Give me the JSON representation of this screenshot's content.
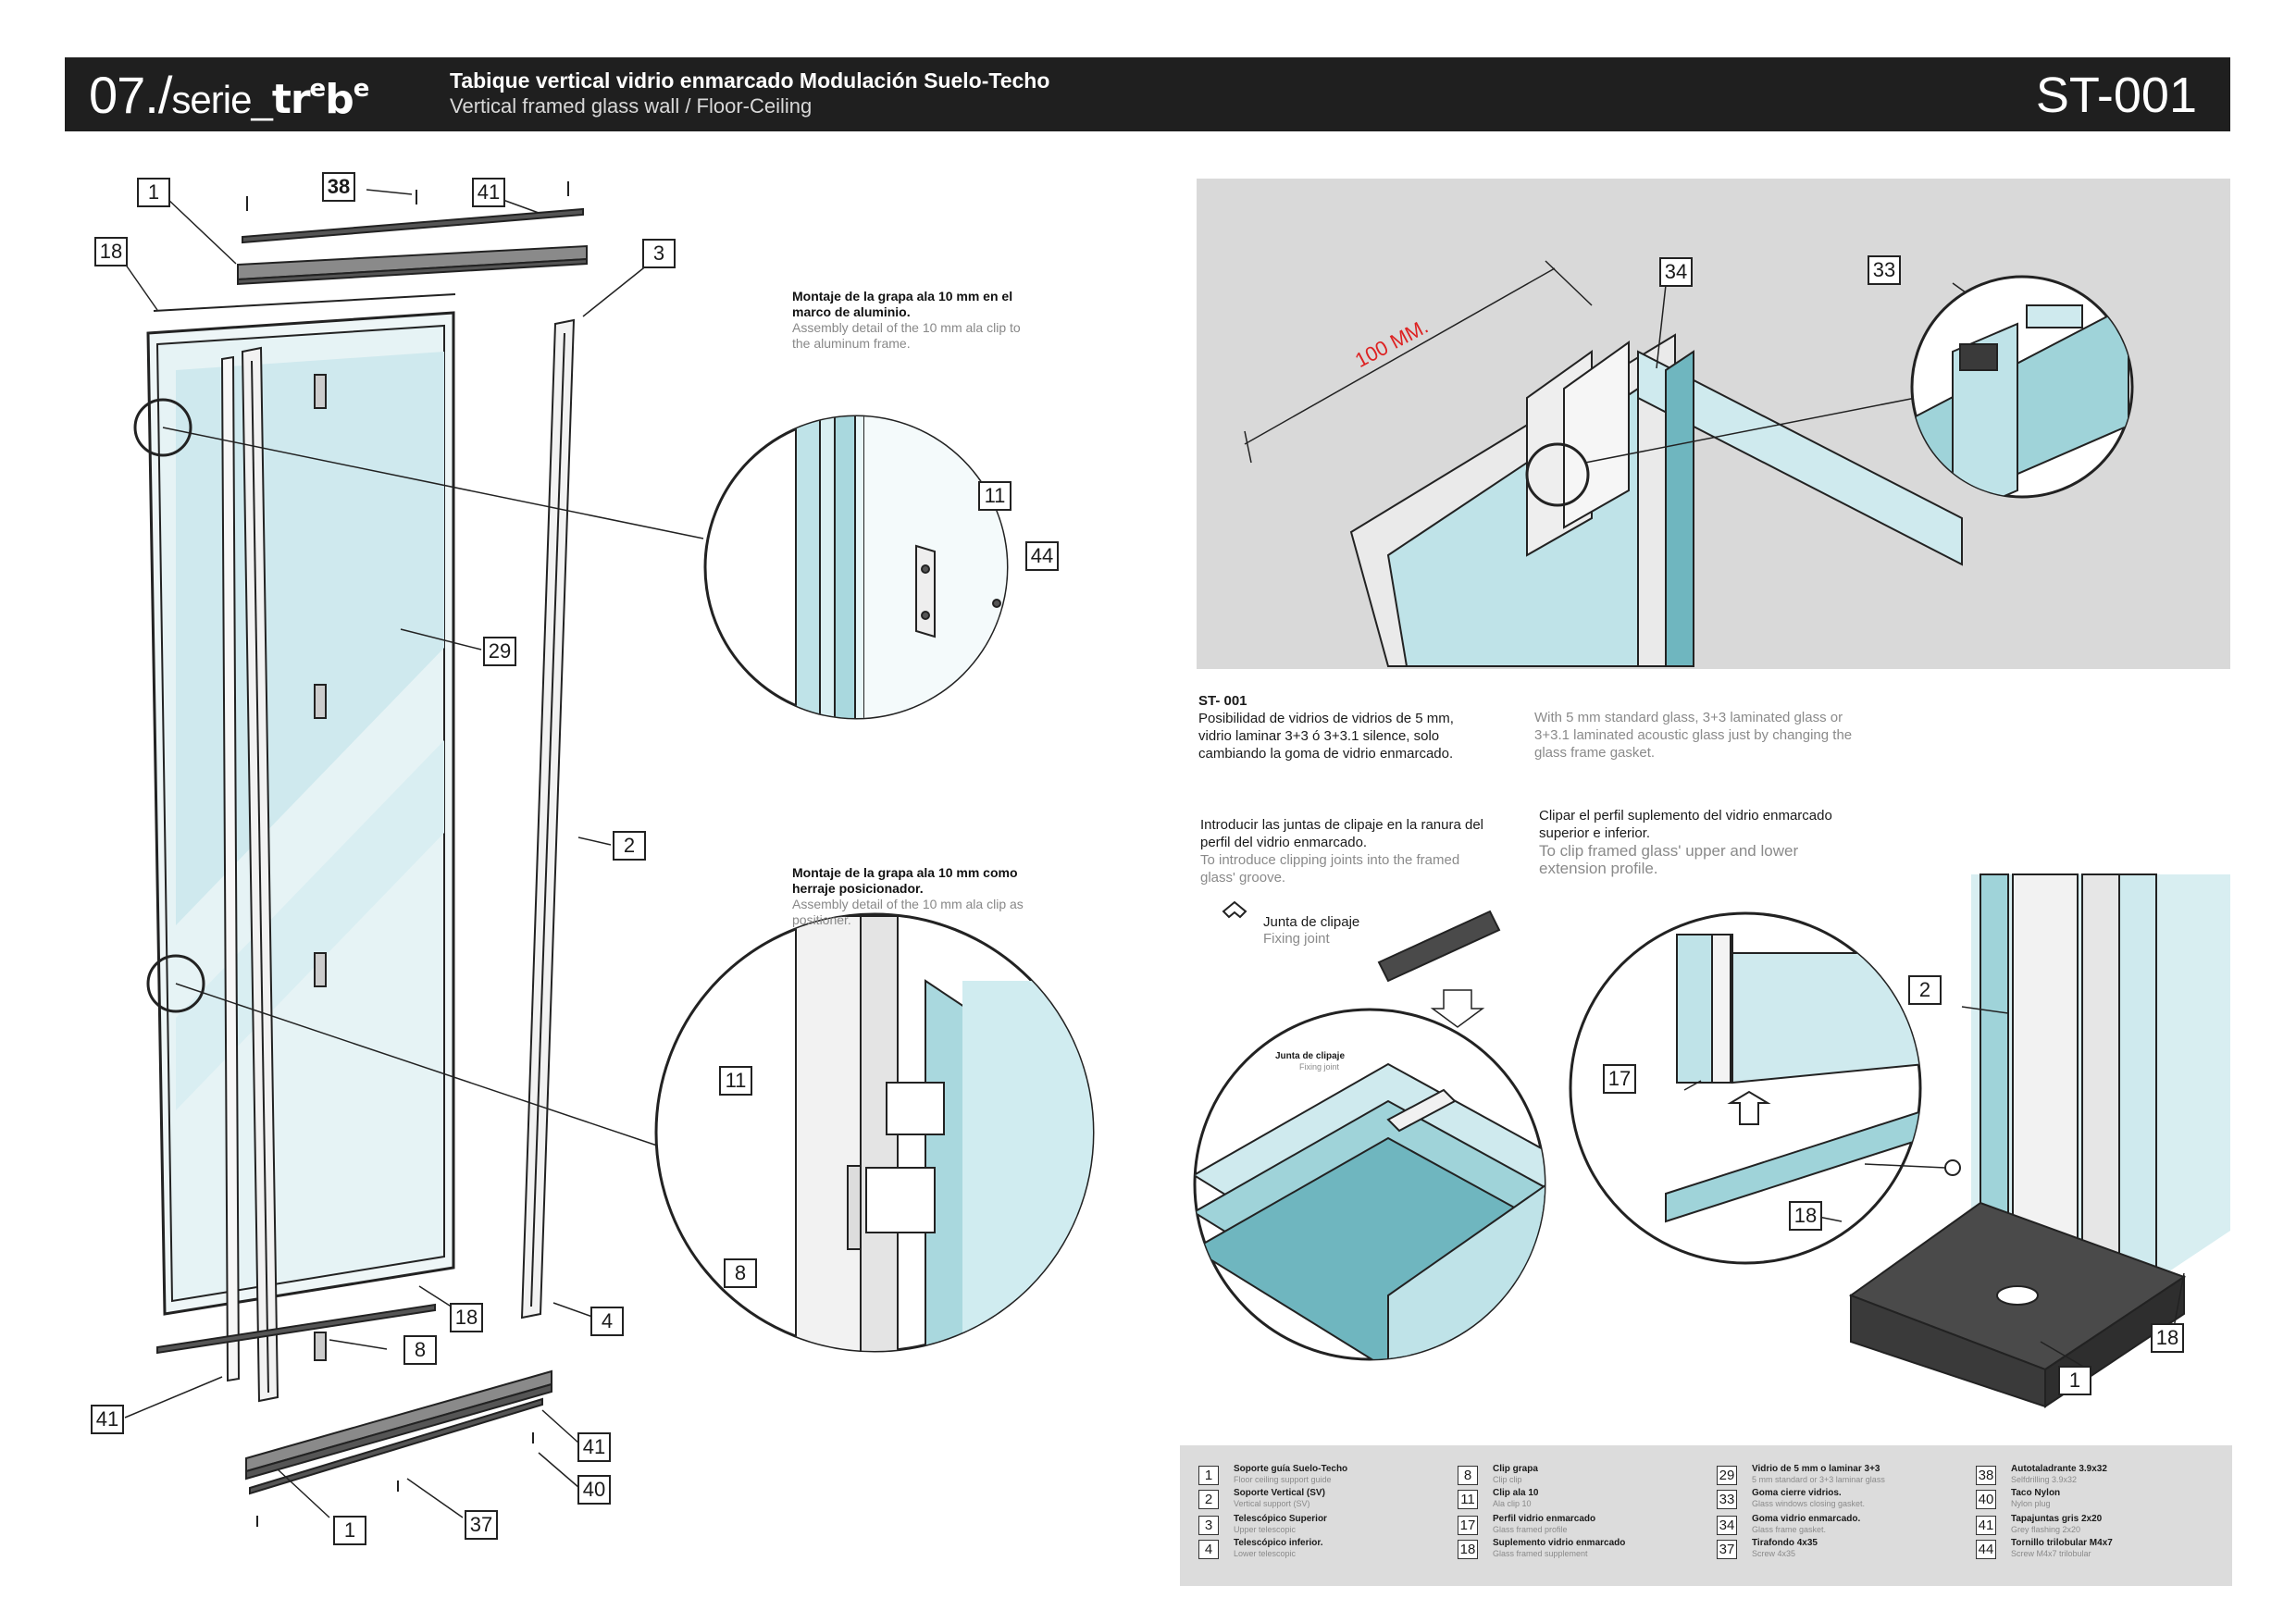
{
  "header": {
    "code_prefix": "07./",
    "code_serie": "serie_",
    "code_brand_a": "tr",
    "code_brand_b": "e",
    "code_brand_c": "b",
    "code_brand_d": "e",
    "title_es": "Tabique vertical vidrio enmarcado Modulación Suelo-Techo",
    "title_en": "Vertical framed glass wall / Floor-Ceiling",
    "ref": "ST-001"
  },
  "callouts": {
    "c1_top": "1",
    "c38": "38",
    "c41_top": "41",
    "c18_top": "18",
    "c3": "3",
    "c29": "29",
    "c2": "2",
    "c18_bottom": "18",
    "c4": "4",
    "c8_left": "8",
    "c41_left": "41",
    "c41_right": "41",
    "c40": "40",
    "c37": "37",
    "c1_bottom": "1",
    "c11_a": "11",
    "c44": "44",
    "c11_b": "11",
    "c8_b": "8",
    "c34": "34",
    "c33": "33",
    "c17": "17",
    "c18_mid": "18",
    "c2_right": "2",
    "c18_right": "18",
    "c1_right": "1"
  },
  "notes": {
    "clip_frame_es": "Montaje de la grapa ala 10 mm en el marco de aluminio.",
    "clip_frame_en": "Assembly detail of the 10 mm ala clip to the aluminum frame.",
    "clip_pos_es": "Montaje de la grapa ala 10 mm como herraje posicionador.",
    "clip_pos_en": "Assembly detail of the 10 mm ala  clip as positioner."
  },
  "dimension_label": "100 MM.",
  "st_block": {
    "code": "ST- 001",
    "es": "Posibilidad de vidrios de vidrios de 5 mm, vidrio laminar 3+3 ó 3+3.1 silence, solo cambiando la goma de vidrio enmarcado.",
    "en": "With 5 mm standard glass, 3+3 laminated glass or 3+3.1 laminated acoustic glass just by changing the glass frame gasket."
  },
  "instructions": {
    "joints_es": "Introducir las juntas de clipaje en la ranura del perfil del vidrio enmarcado.",
    "joints_en": "To introduce clipping joints into the framed glass' groove.",
    "clip_es": "Clipar el perfil suplemento del vidrio enmarcado superior e inferior.",
    "clip_en": "To clip framed glass' upper and lower extension profile."
  },
  "fixing_joint": {
    "es": "Junta de clipaje",
    "en": "Fixing joint",
    "small_es": "Junta de clipaje",
    "small_en": "Fixing joint"
  },
  "legend": [
    {
      "num": "1",
      "es": "Soporte guía Suelo-Techo",
      "en": "Floor ceiling support guide"
    },
    {
      "num": "2",
      "es": "Soporte Vertical  (SV)",
      "en": "Vertical support (SV)"
    },
    {
      "num": "3",
      "es": "Telescópico Superior",
      "en": "Upper telescopic"
    },
    {
      "num": "4",
      "es": "Telescópico inferior.",
      "en": "Lower telescopic"
    },
    {
      "num": "8",
      "es": "Clip grapa",
      "en": "Clip clip"
    },
    {
      "num": "11",
      "es": "Clip ala 10",
      "en": "Ala clip 10"
    },
    {
      "num": "17",
      "es": "Perfil vidrio enmarcado",
      "en": "Glass framed profile"
    },
    {
      "num": "18",
      "es": "Suplemento vidrio enmarcado",
      "en": "Glass framed supplement"
    },
    {
      "num": "29",
      "es": "Vidrio de 5 mm o laminar 3+3",
      "en": "5 mm standard or 3+3 laminar glass"
    },
    {
      "num": "33",
      "es": "Goma cierre vidrios.",
      "en": "Glass windows closing gasket."
    },
    {
      "num": "34",
      "es": "Goma vidrio enmarcado.",
      "en": "Glass frame gasket."
    },
    {
      "num": "37",
      "es": "Tirafondo 4x35",
      "en": "Screw 4x35"
    },
    {
      "num": "38",
      "es": "Autotaladrante 3.9x32",
      "en": "Selfdrilling 3.9x32"
    },
    {
      "num": "40",
      "es": "Taco Nylon",
      "en": "Nylon plug"
    },
    {
      "num": "41",
      "es": "Tapajuntas gris 2x20",
      "en": "Grey flashing 2x20"
    },
    {
      "num": "44",
      "es": "Tornillo trilobular M4x7",
      "en": "Screw M4x7 trilobular"
    }
  ],
  "colors": {
    "header_bg": "#1f1f1f",
    "glass": "#9fd3d9",
    "glass_dark": "#6fb6bf",
    "panel_grey": "#d9d9d9",
    "steel": "#4a4a4a"
  }
}
